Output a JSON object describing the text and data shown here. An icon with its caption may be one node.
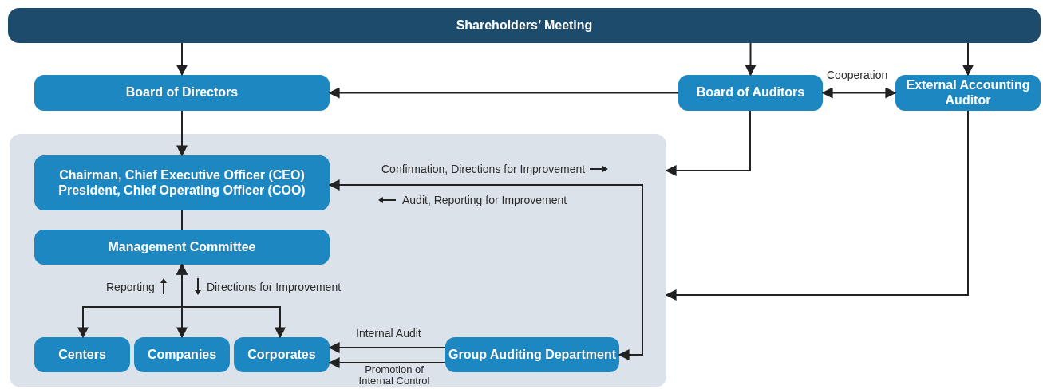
{
  "diagram": {
    "nodes": [
      {
        "text": [
          "Shareholders’ Meeting"
        ]
      },
      {
        "text": [
          "Board of Directors"
        ]
      },
      {
        "text": [
          "Board of Auditors"
        ]
      },
      {
        "text": [
          "External Accounting Auditor"
        ]
      },
      {
        "text": [],
        "shape": "box"
      },
      {
        "text": [
          "Chairman, Chief Executive Officer (CEO)",
          "President, Chief Operating Officer (COO)"
        ],
        "in": 4
      },
      {
        "text": [
          "Management Committee"
        ],
        "in": 4
      },
      {
        "text": [
          "Centers"
        ],
        "in": 4
      },
      {
        "text": [
          "Companies"
        ],
        "in": 4
      },
      {
        "text": [
          "Corporates"
        ],
        "in": 4
      },
      {
        "text": [
          "Group Auditing Department"
        ],
        "in": 4
      }
    ],
    "edges": [
      {
        "from": 0,
        "to": 1,
        "arrow": "to"
      },
      {
        "from": 0,
        "to": 2,
        "arrow": "to"
      },
      {
        "from": 0,
        "to": 3,
        "arrow": "to"
      },
      {
        "from": 2,
        "to": 1,
        "arrow": "to"
      },
      {
        "from": 2,
        "to": 3,
        "arrow": "both",
        "label": "Cooperation"
      },
      {
        "from": 1,
        "to": 5,
        "arrow": "to"
      },
      {
        "from": 2,
        "to": 4,
        "arrow": "to"
      },
      {
        "from": 3,
        "to": 4,
        "arrow": "to"
      },
      {
        "from": 5,
        "to": 6,
        "arrow": "none"
      },
      {
        "from": 6,
        "to": 7,
        "arrow": "both"
      },
      {
        "from": 6,
        "to": 8,
        "arrow": "both"
      },
      {
        "from": 6,
        "to": 9,
        "arrow": "both"
      },
      {
        "from": 5,
        "to": 10,
        "arrow": "both"
      },
      {
        "from": 10,
        "to": 9,
        "arrow": "to",
        "label": "Internal Audit"
      },
      {
        "from": 10,
        "to": 9,
        "arrow": "to",
        "label": "Promotion of Internal Control"
      }
    ],
    "labels": [
      "Confirmation, Directions for Improvement",
      "Audit, Reporting for Improvement",
      "Reporting",
      "Directions for Improvement"
    ]
  }
}
